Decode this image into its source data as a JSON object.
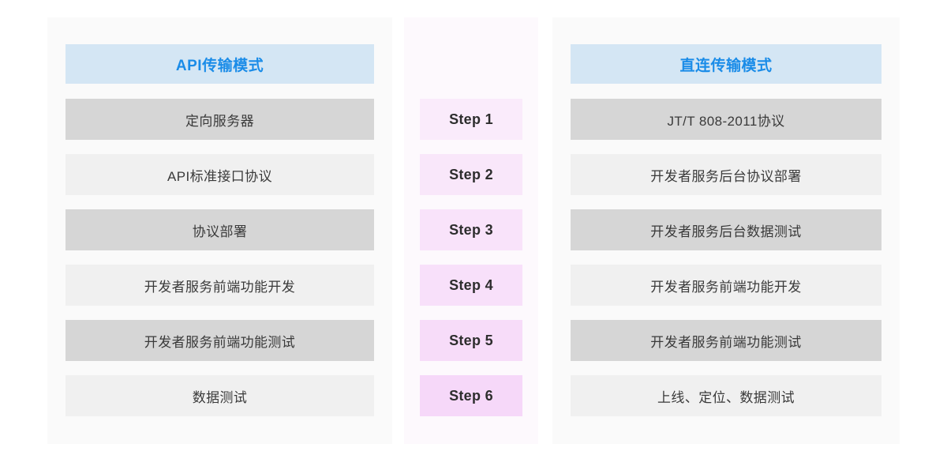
{
  "theme": {
    "page_background": "#ffffff",
    "panel_background": "#fafafa",
    "panel_mid_background": "#fdf9fd",
    "header_background": "#d4e6f4",
    "header_text_color": "#1a8ce8",
    "row_dark": "#d6d6d6",
    "row_light": "#f0f0f0",
    "row_text_color": "#3a3a3a",
    "step_text_color": "#2d2d2d"
  },
  "columns": {
    "left": {
      "header": "API传输模式",
      "rows": [
        {
          "label": "定向服务器",
          "shade": "dark"
        },
        {
          "label": "API标准接口协议",
          "shade": "light"
        },
        {
          "label": "协议部署",
          "shade": "dark"
        },
        {
          "label": "开发者服务前端功能开发",
          "shade": "light"
        },
        {
          "label": "开发者服务前端功能测试",
          "shade": "dark"
        },
        {
          "label": "数据测试",
          "shade": "light"
        }
      ]
    },
    "middle": {
      "steps": [
        {
          "label": "Step 1",
          "color": "#faebfb"
        },
        {
          "label": "Step 2",
          "color": "#f9e7fa"
        },
        {
          "label": "Step 3",
          "color": "#f9e3fa"
        },
        {
          "label": "Step 4",
          "color": "#f8e0fa"
        },
        {
          "label": "Step 5",
          "color": "#f7dcf9"
        },
        {
          "label": "Step 6",
          "color": "#f6d8f9"
        }
      ]
    },
    "right": {
      "header": "直连传输模式",
      "rows": [
        {
          "label": "JT/T 808-2011协议",
          "shade": "dark"
        },
        {
          "label": "开发者服务后台协议部署",
          "shade": "light"
        },
        {
          "label": "开发者服务后台数据测试",
          "shade": "dark"
        },
        {
          "label": "开发者服务前端功能开发",
          "shade": "light"
        },
        {
          "label": "开发者服务前端功能测试",
          "shade": "dark"
        },
        {
          "label": "上线、定位、数据测试",
          "shade": "light"
        }
      ]
    }
  }
}
